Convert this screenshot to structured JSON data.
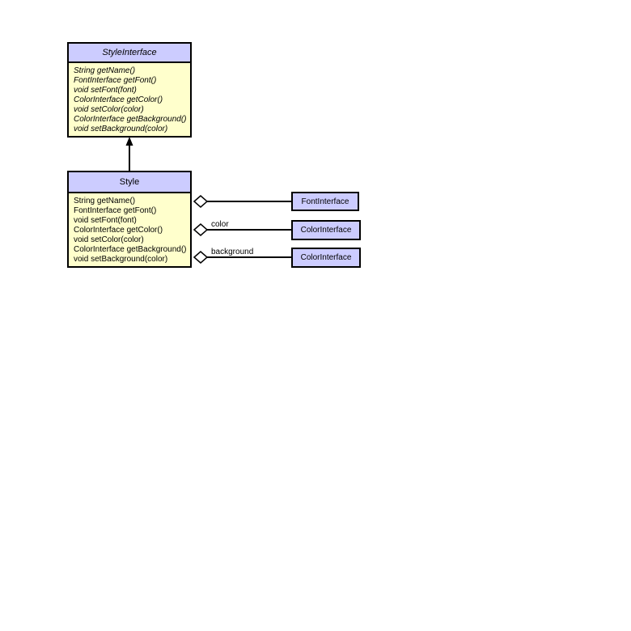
{
  "diagram": {
    "colors": {
      "header_fill": "#ccccff",
      "body_fill": "#ffffcc",
      "line_color": "#000000",
      "canvas_bg": "#ffffff"
    },
    "classes": [
      {
        "name": "StyleInterface",
        "kind": "interface",
        "methods": [
          "String getName()",
          "FontInterface getFont()",
          "void setFont(font)",
          "ColorInterface getColor()",
          "void setColor(color)",
          "ColorInterface getBackground()",
          "void setBackground(color)"
        ]
      },
      {
        "name": "Style",
        "kind": "class",
        "methods": [
          "String getName()",
          "FontInterface getFont()",
          "void setFont(font)",
          "ColorInterface getColor()",
          "void setColor(color)",
          "ColorInterface getBackground()",
          "void setBackground(color)"
        ]
      }
    ],
    "interfaces": [
      {
        "name": "FontInterface"
      },
      {
        "name": "ColorInterface"
      },
      {
        "name": "ColorInterface"
      }
    ],
    "associations": [
      {
        "label": "",
        "target": "FontInterface"
      },
      {
        "label": "color",
        "target": "ColorInterface"
      },
      {
        "label": "background",
        "target": "ColorInterface"
      }
    ],
    "relations": {
      "generalization": "Style extends StyleInterface"
    }
  }
}
